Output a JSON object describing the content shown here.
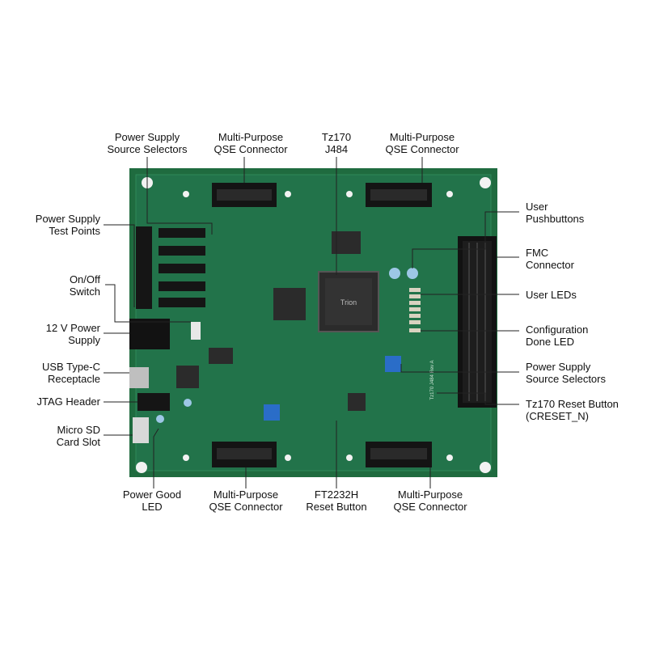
{
  "colors": {
    "pcb": "#1f6b3f",
    "pcb_dark": "#174f30",
    "connector": "#141414",
    "chip": "#2b2b2b",
    "mounting_hole": "#f2f2f2",
    "leader_line": "#222222",
    "label_text": "#111111"
  },
  "labels": {
    "top": [
      {
        "id": "top-power-supply-selectors",
        "lines": [
          "Power Supply",
          "Source Selectors"
        ]
      },
      {
        "id": "top-qse-connector-1",
        "lines": [
          "Multi-Purpose",
          "QSE Connector"
        ]
      },
      {
        "id": "top-tz170-j484",
        "lines": [
          "Tz170",
          "J484"
        ]
      },
      {
        "id": "top-qse-connector-2",
        "lines": [
          "Multi-Purpose",
          "QSE Connector"
        ]
      }
    ],
    "left": [
      {
        "id": "power-supply-test-points",
        "lines": [
          "Power Supply",
          "Test Points"
        ]
      },
      {
        "id": "on-off-switch",
        "lines": [
          "On/Off",
          "Switch"
        ]
      },
      {
        "id": "12v-power-supply",
        "lines": [
          "12 V Power",
          "Supply"
        ]
      },
      {
        "id": "usb-type-c-receptacle",
        "lines": [
          "USB Type-C",
          "Receptacle"
        ]
      },
      {
        "id": "jtag-header",
        "lines": [
          "JTAG Header"
        ]
      },
      {
        "id": "micro-sd-card-slot",
        "lines": [
          "Micro SD",
          "Card Slot"
        ]
      }
    ],
    "right": [
      {
        "id": "user-pushbuttons",
        "lines": [
          "User",
          "Pushbuttons"
        ]
      },
      {
        "id": "fmc-connector",
        "lines": [
          "FMC",
          "Connector"
        ]
      },
      {
        "id": "user-leds",
        "lines": [
          "User LEDs"
        ]
      },
      {
        "id": "configuration-done-led",
        "lines": [
          "Configuration",
          "Done LED"
        ]
      },
      {
        "id": "right-power-supply-selectors",
        "lines": [
          "Power Supply",
          "Source Selectors"
        ]
      },
      {
        "id": "tz170-reset-button",
        "lines": [
          "Tz170 Reset Button",
          "(CRESET_N)"
        ]
      }
    ],
    "bottom": [
      {
        "id": "power-good-led",
        "lines": [
          "Power Good",
          "LED"
        ]
      },
      {
        "id": "bottom-qse-connector-1",
        "lines": [
          "Multi-Purpose",
          "QSE Connector"
        ]
      },
      {
        "id": "ft2232h-reset-button",
        "lines": [
          "FT2232H",
          "Reset Button"
        ]
      },
      {
        "id": "bottom-qse-connector-2",
        "lines": [
          "Multi-Purpose",
          "QSE Connector"
        ]
      }
    ]
  },
  "board_text": {
    "fpga_marking": "Trion",
    "board_id": "Tz170 J484 Rev A"
  }
}
